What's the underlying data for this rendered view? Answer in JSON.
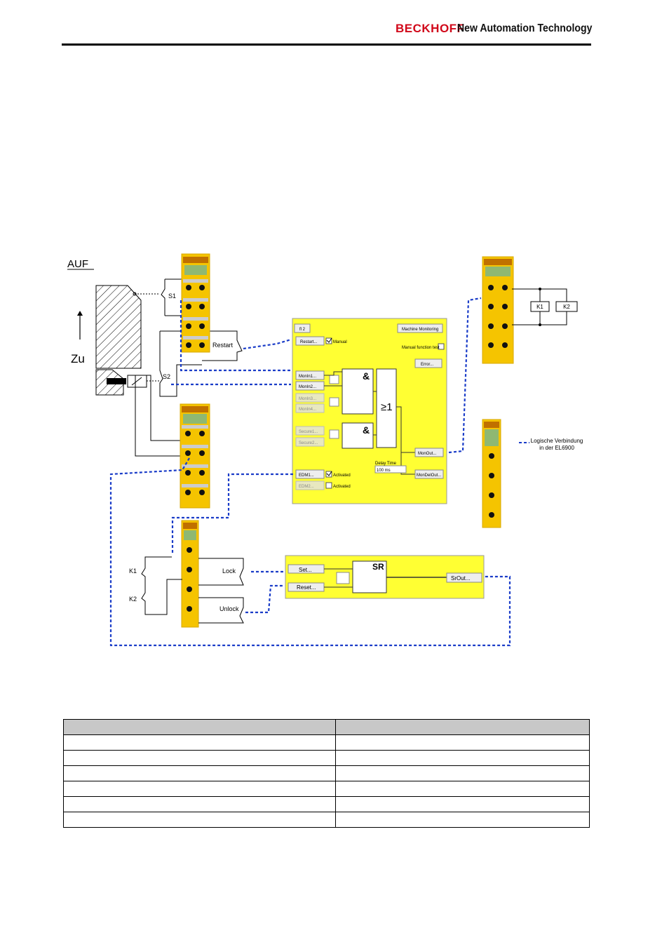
{
  "header": {
    "brand": "BECKHOFF",
    "tagline": "New Automation Technology"
  },
  "diagram": {
    "door_open_label": "AUF",
    "door_close_label": "Zu",
    "sensor_s1": "S1",
    "sensor_s2": "S2",
    "restart_label": "Restart",
    "k1_label": "K1",
    "k2_label": "K2",
    "lock_label": "Lock",
    "unlock_label": "Unlock",
    "logic_note_line1": "Logische Verbindung",
    "logic_note_line2": "in der EL6900"
  },
  "fb_machine_monitoring": {
    "tab": "fl 2",
    "title_button": "Machine Monitoring",
    "restart_button": "Restart...",
    "manual_checkbox": "Manual",
    "manual_function_test": "Manual function test",
    "error_button": "Error...",
    "inputs": [
      "MonIn1...",
      "MonIn2...",
      "MonIn3...",
      "MonIn4...",
      "Secure1...",
      "Secure2..."
    ],
    "and_symbol": "&",
    "or_symbol": "≥1",
    "edm1_button": "EDM1...",
    "edm2_button": "EDM2...",
    "activated_checked": "Activated",
    "activated_unchecked": "Activated",
    "delay_label": "Delay Time",
    "delay_value": "100 ms",
    "monout_button": "MonOut...",
    "mondelout_button": "MonDelOut..."
  },
  "fb_sr": {
    "set_button": "Set...",
    "reset_button": "Reset...",
    "block_label": "SR",
    "output_button": "SrOut..."
  },
  "table": {
    "rows": [
      [
        "",
        ""
      ],
      [
        "",
        ""
      ],
      [
        "",
        ""
      ],
      [
        "",
        ""
      ],
      [
        "",
        ""
      ],
      [
        "",
        ""
      ],
      [
        "",
        ""
      ]
    ]
  },
  "colors": {
    "brand_red": "#d1081a",
    "terminal_yellow": "#f5c400",
    "fb_yellow": "#ffff33",
    "link_blue": "#1a3cc8"
  }
}
